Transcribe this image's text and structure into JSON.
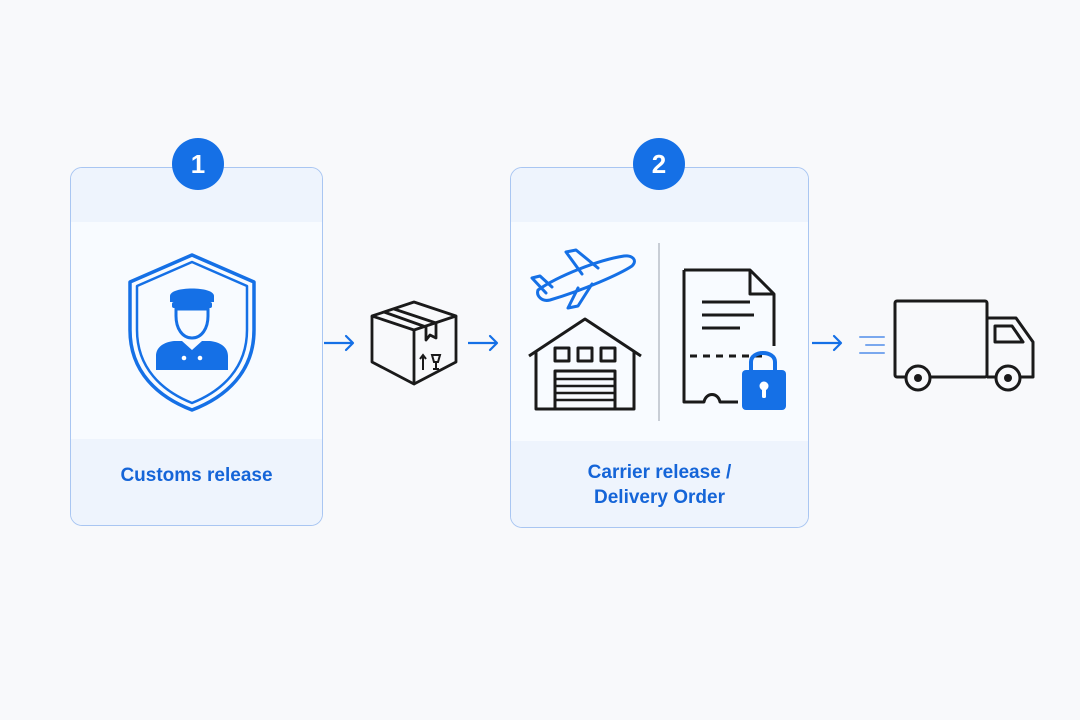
{
  "steps": [
    {
      "number": "1",
      "label": "Customs release"
    },
    {
      "number": "2",
      "label_line1": "Carrier release /",
      "label_line2": "Delivery Order"
    }
  ],
  "icons": {
    "customs": "customs-officer-shield-icon",
    "package": "package-box-icon",
    "plane": "airplane-icon",
    "warehouse": "warehouse-icon",
    "document": "locked-document-icon",
    "truck": "delivery-truck-icon"
  },
  "colors": {
    "accent": "#1570e6",
    "label": "#1565d8",
    "card_border": "#a9c6f2",
    "icon_stroke": "#1a1a1a"
  }
}
